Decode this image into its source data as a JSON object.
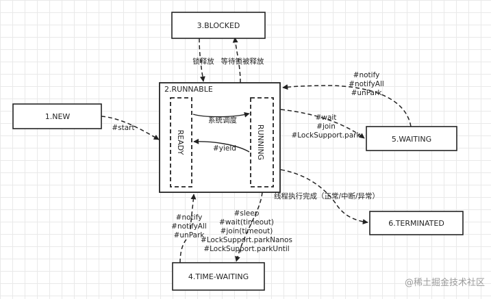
{
  "states": {
    "new": "1.NEW",
    "runnable": "2.RUNNABLE",
    "blocked": "3.BLOCKED",
    "time_waiting": "4.TIME-WAITING",
    "waiting": "5.WAITING",
    "terminated": "6.TERMINATED",
    "ready": "READY",
    "running": "RUNNING"
  },
  "transitions": {
    "start": "#start",
    "schedule": "系统调度",
    "yield": "#yield",
    "lock_release": "锁释放",
    "wait_lock": "等待锁被释放",
    "to_waiting": [
      "#wait",
      "#join",
      "#LockSupport.park"
    ],
    "from_waiting": [
      "#notify",
      "#notifyAll",
      "#unPark"
    ],
    "terminate": "线程执行完成（正常/中断/异常）",
    "to_time_waiting": [
      "#sleep",
      "#wait(timeout)",
      "#join(timeout)",
      "#LockSupport.parkNanos",
      "#LockSupport.parkUntil"
    ],
    "from_time_waiting": [
      "#notify",
      "#notifyAll",
      "#unPark"
    ]
  },
  "watermark": "@稀土掘金技术社区"
}
